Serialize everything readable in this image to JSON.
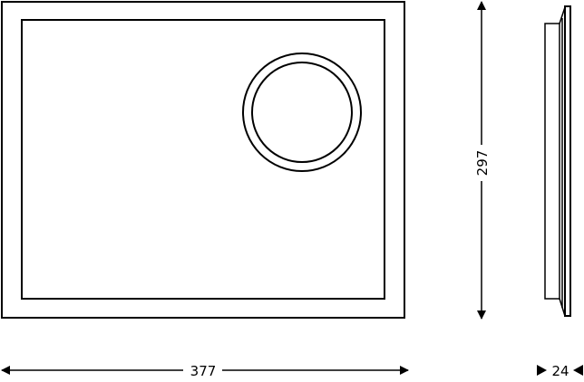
{
  "dimensions": {
    "width_label": "377",
    "height_label": "297",
    "depth_label": "24"
  },
  "colors": {
    "line": "#000000",
    "background": "#ffffff"
  }
}
